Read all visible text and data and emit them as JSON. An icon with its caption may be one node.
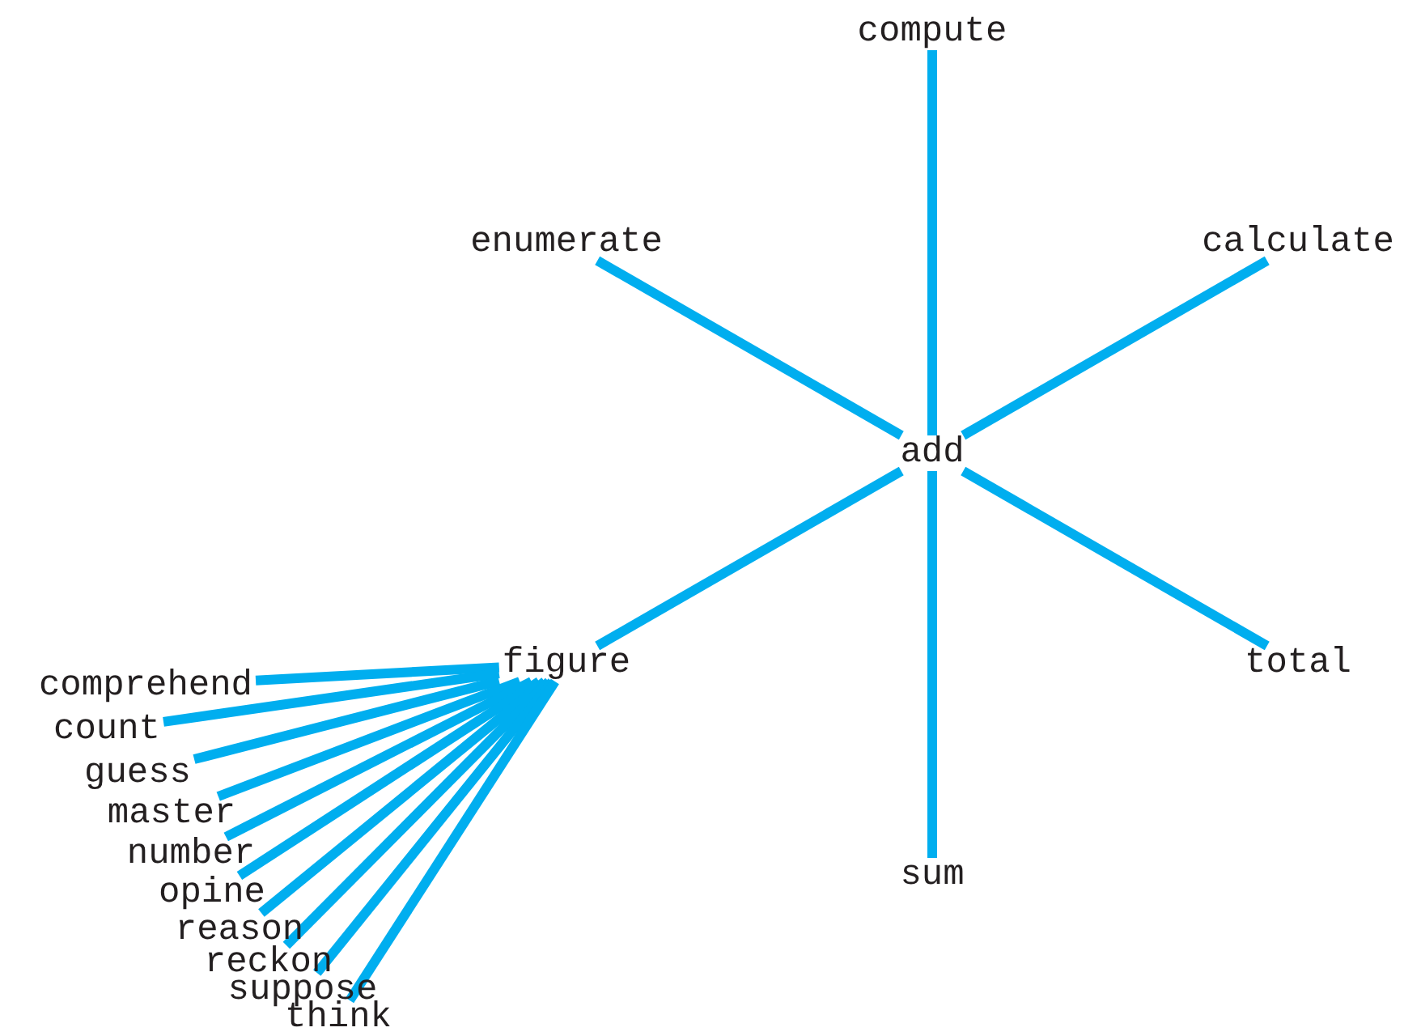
{
  "diagram": {
    "nodes": [
      {
        "text": [
          "compute"
        ]
      },
      {
        "text": [
          "enumerate"
        ]
      },
      {
        "text": [
          "calculate"
        ]
      },
      {
        "text": [
          "add"
        ]
      },
      {
        "text": [
          "figure"
        ]
      },
      {
        "text": [
          "total"
        ]
      },
      {
        "text": [
          "sum"
        ]
      },
      {
        "text": [
          "comprehend"
        ]
      },
      {
        "text": [
          "count"
        ]
      },
      {
        "text": [
          "guess"
        ]
      },
      {
        "text": [
          "master"
        ]
      },
      {
        "text": [
          "number"
        ]
      },
      {
        "text": [
          "opine"
        ]
      },
      {
        "text": [
          "reason"
        ]
      },
      {
        "text": [
          "reckon"
        ]
      },
      {
        "text": [
          "suppose"
        ]
      },
      {
        "text": [
          "think"
        ]
      }
    ],
    "edges": [
      {
        "from": 3,
        "to": 0,
        "arrow": "none"
      },
      {
        "from": 3,
        "to": 1,
        "arrow": "none"
      },
      {
        "from": 3,
        "to": 2,
        "arrow": "none"
      },
      {
        "from": 3,
        "to": 4,
        "arrow": "none"
      },
      {
        "from": 3,
        "to": 5,
        "arrow": "none"
      },
      {
        "from": 3,
        "to": 6,
        "arrow": "none"
      },
      {
        "from": 4,
        "to": 7,
        "arrow": "none"
      },
      {
        "from": 4,
        "to": 8,
        "arrow": "none"
      },
      {
        "from": 4,
        "to": 9,
        "arrow": "none"
      },
      {
        "from": 4,
        "to": 10,
        "arrow": "none"
      },
      {
        "from": 4,
        "to": 11,
        "arrow": "none"
      },
      {
        "from": 4,
        "to": 12,
        "arrow": "none"
      },
      {
        "from": 4,
        "to": 13,
        "arrow": "none"
      },
      {
        "from": 4,
        "to": 14,
        "arrow": "none"
      },
      {
        "from": 4,
        "to": 15,
        "arrow": "none"
      },
      {
        "from": 4,
        "to": 16,
        "arrow": "none"
      }
    ]
  }
}
